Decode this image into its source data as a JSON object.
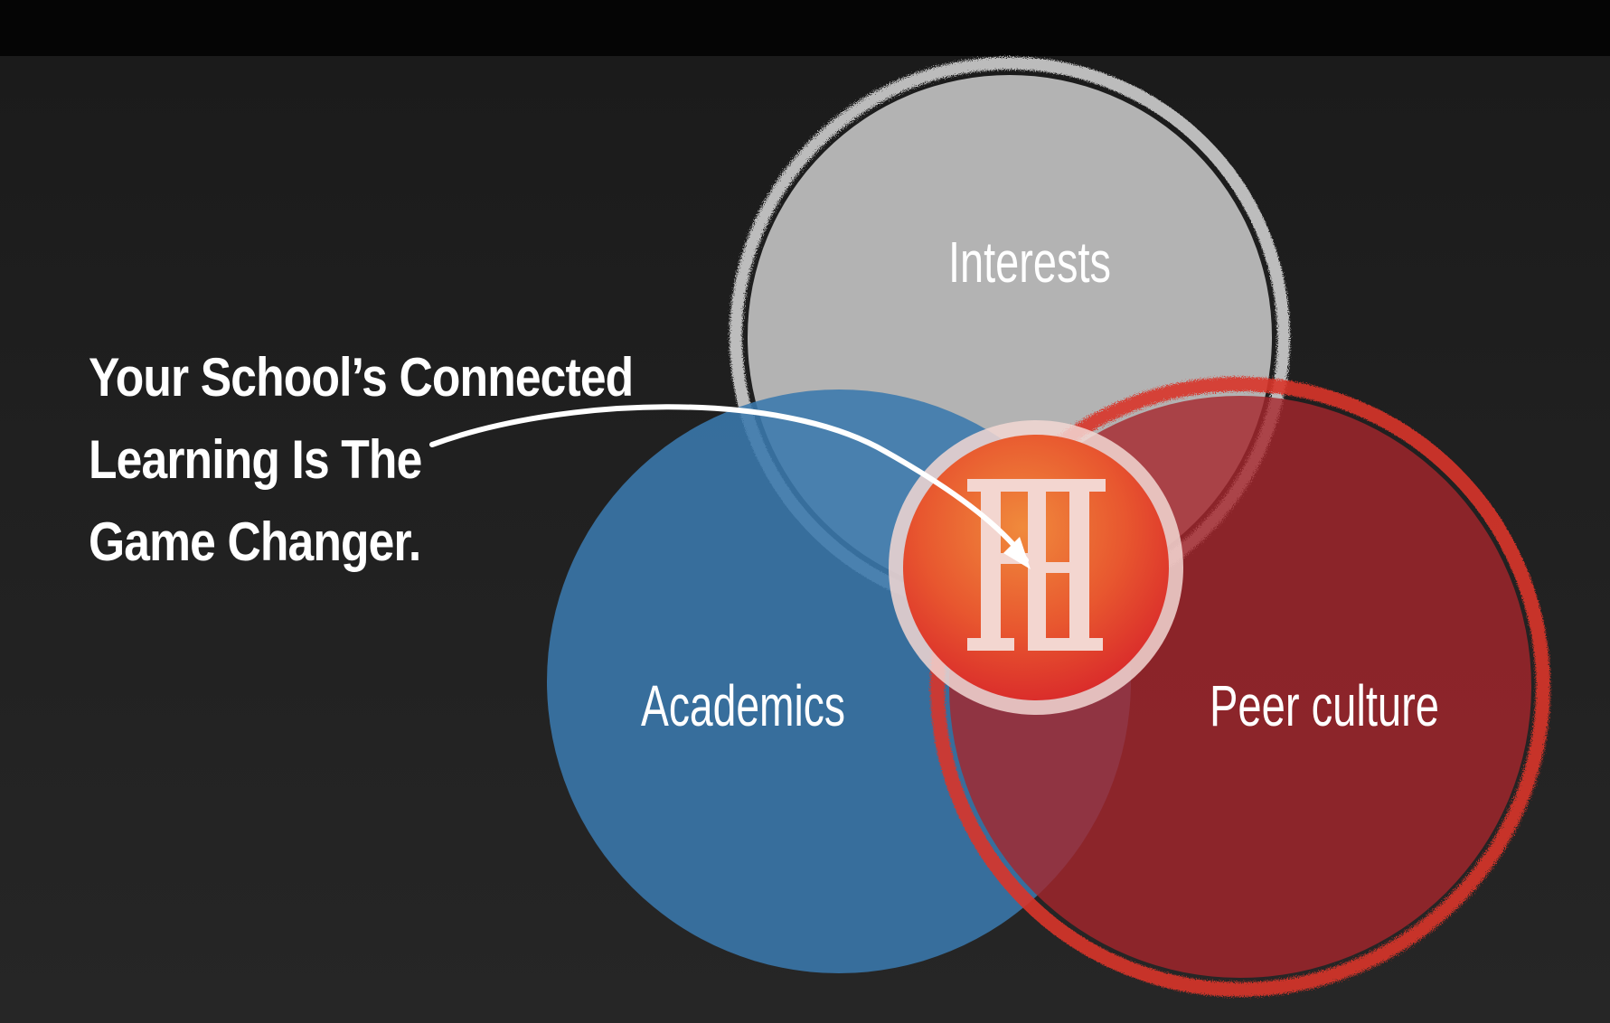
{
  "headline": {
    "lines": [
      "Your School’s Connected",
      "Learning Is The",
      "Game Changer."
    ]
  },
  "venn": {
    "circles": [
      {
        "label": "Interests",
        "color": "#b3b3b3"
      },
      {
        "label": "Academics",
        "color": "#3a79ad"
      },
      {
        "label": "Peer culture",
        "color": "#a6262c"
      }
    ],
    "center_logo": {
      "monogram": "FH",
      "fill": "#ec6a35",
      "ring": "#f2d7d2"
    }
  },
  "colors": {
    "background": "#1e1e1e",
    "top_band": "#050505",
    "text": "#ffffff"
  }
}
